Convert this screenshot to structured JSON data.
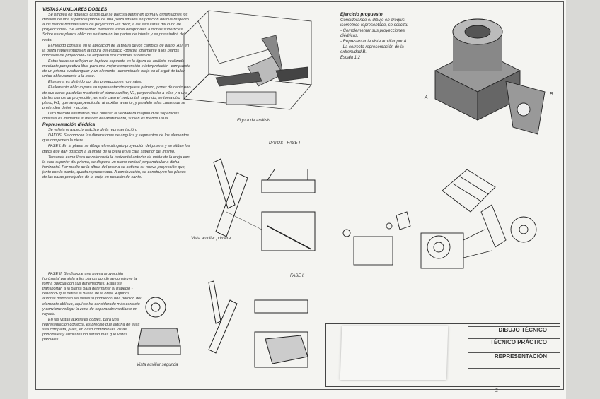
{
  "left_column": {
    "title": "VISTAS AUXILIARES DOBLES",
    "paragraphs": [
      "Se emplea en aquellos casos que se precisa definir en forma y dimensiones los detalles de una superficie parcial de una pieza situada en posición oblicua respecto a los planos normalizados de proyección -es decir, a las seis caras del cubo de proyecciones-. Se representan mediante vistas ortogonales a dichas superficies. Sobre estos planos oblicuos se trazarán las partes de interés y se prescindirá del resto.",
      "El método consiste en la aplicación de la teoría de los cambios de plano. Así, en la pieza representada en la figura del espacio -oblicua totalmente a los planos normales de proyección- se requieren dos cambios sucesivos.",
      "Estas ideas se reflejan en la pieza expuesta en la figura de análisis -realizada mediante perspectiva libre para una mejor comprensión e interpretación- compuesta de un prisma cuadrangular y un elemento -denominado oreja en el argot de taller- unido oblicuamente a la base.",
      "El prisma es definido por dos proyecciones normales.",
      "El elemento oblicuo para su representación requiere primero, poner de canto uno de sus caras paralelas mediante el plano auxiliar, V1, perpendicular a ellas y a uno de los planos de proyección; en este caso el horizontal; segundo, se toma otro plano, H1, que sea perpendicular al auxiliar anterior, y paralelo a las caras que se pretenden definir y acotar.",
      "Otro método alternativo para obtener la verdadera magnitud de superficies oblicuas es mediante el método del abatimiento, si bien es menos usual."
    ],
    "subtitle": "Representación diédrica",
    "paragraphs2": [
      "Se refleja el aspecto práctico de la representación.",
      "DATOS. Se conocen las dimensiones de ángulos y segmentos de los elementos que componen la pieza.",
      "FASE I. En la planta se dibuja el rectángulo proyección del prisma y se sitúan los datos que dan posición a la unión de la oreja en la cara superior del mismo.",
      "Tomando como línea de referencia la horizontal anterior de unión de la oreja con la cara superior del prisma, se dispone un plano vertical perpendicular a dicha horizontal. Por medio de la altura del prisma se obtiene su nueva proyección que, junto con la planta, queda representada. A continuación, se construyen los planos de las caras principales de la oreja en posición de canto."
    ]
  },
  "bottom_left_column": {
    "paragraphs": [
      "FASE II. Se dispone una nueva proyección horizontal paralela a los planos donde se construye la forma oblicua con sus dimensiones. Estas se transportan a la planta para determinar el trapecio -rebatido- que define la huella de la oreja. Algunos autores disponen las vistas suprimiendo una porción del elemento oblícuo, aquí se ha considerado más correcto y conviene reflejar la zona de separación mediante un rayado.",
      "En las vistas auxiliares dobles, para una representación correcta, es preciso que alguna de ellas sea completa, pues, en caso contrario las vistas principales y auxiliares no serían más que vistas parciales."
    ]
  },
  "exercise": {
    "title": "Ejercicio propuesto",
    "lines": [
      "Considerando el dibujo en croquis isométrico representado, se solicita:",
      "- Complementar sus proyecciones diédricas.",
      "- Representar la vista auxiliar por A.",
      "- La correcta representación de la extremidad B.",
      "Escala 1:2"
    ]
  },
  "figures": {
    "analysis_caption": "Figura de análisis",
    "phase1_title": "DATOS - FASE I",
    "phase2_title": "FASE II",
    "first_aux_caption": "Vista auxiliar primera",
    "second_aux_caption": "Vista auxiliar segunda",
    "markers": [
      "B",
      "A"
    ]
  },
  "title_block": {
    "row1": "DIBUJO TÉCNICO",
    "row2": "TÉCNICO PRÁCTICO",
    "row3": "REPRESENTACIÓN",
    "sheet_number": "2"
  }
}
